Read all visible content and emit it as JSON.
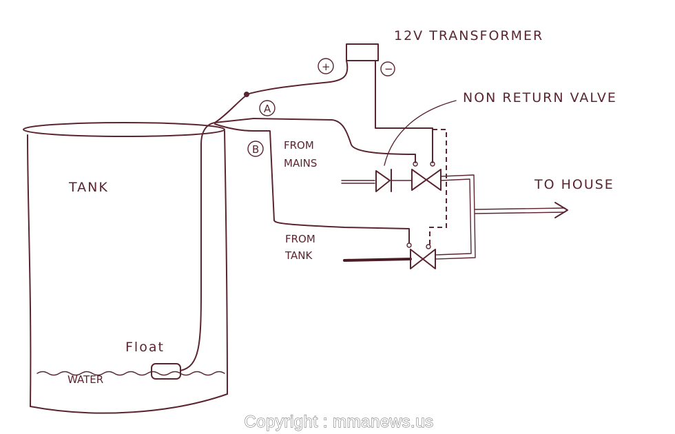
{
  "labels": {
    "transformer": "12V TRANSFORMER",
    "non_return_valve": "NON RETURN VALVE",
    "to_house": "TO HOUSE",
    "from_mains_line1": "FROM",
    "from_mains_line2": "MAINS",
    "from_tank_line1": "FROM",
    "from_tank_line2": "TANK",
    "tank": "TANK",
    "float": "Float",
    "water": "WATER"
  },
  "terminals": {
    "plus": "+",
    "minus": "−",
    "a": "A",
    "b": "B"
  },
  "watermark": {
    "text": "Copyright : mmanews.us"
  },
  "colors": {
    "ink": "#5a2430",
    "background": "#ffffff",
    "watermark_outline": "#7a7a7a"
  }
}
